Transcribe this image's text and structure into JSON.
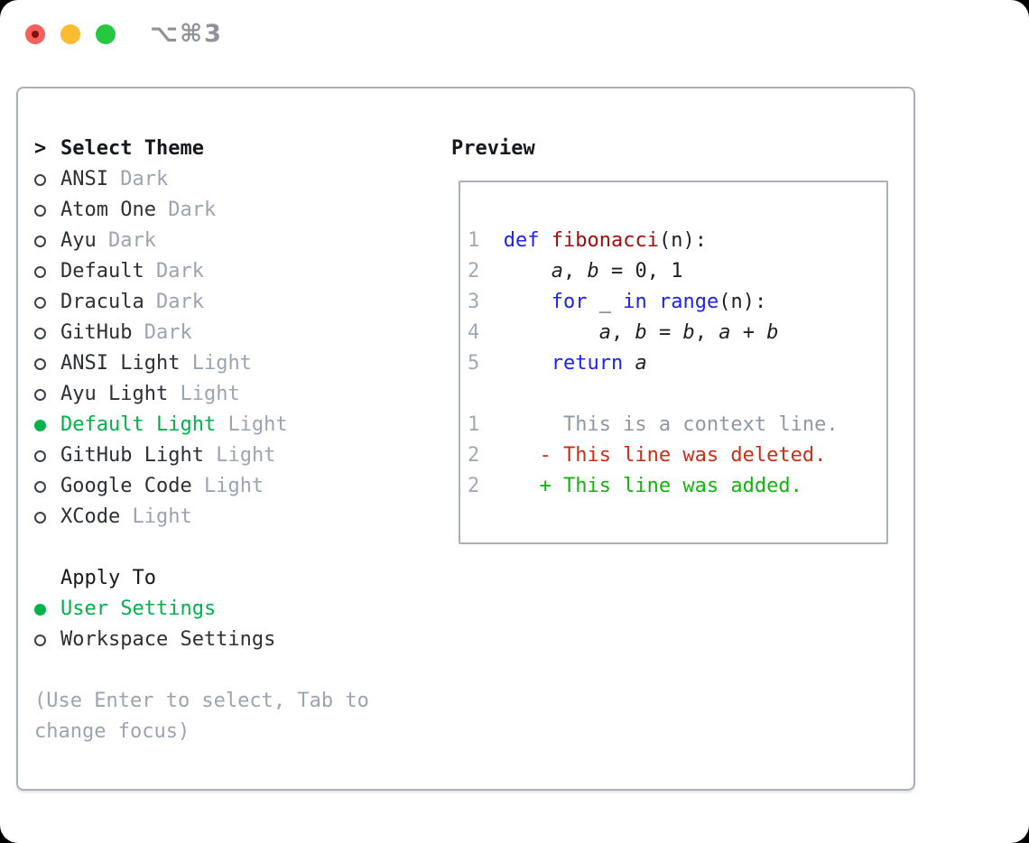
{
  "titlebar": {
    "shortcut_label": "⌥⌘3"
  },
  "theme_picker": {
    "header_prefix": ">",
    "header": "Select Theme",
    "items": [
      {
        "name": "ANSI",
        "variant": "Dark",
        "selected": false
      },
      {
        "name": "Atom One",
        "variant": "Dark",
        "selected": false
      },
      {
        "name": "Ayu",
        "variant": "Dark",
        "selected": false
      },
      {
        "name": "Default",
        "variant": "Dark",
        "selected": false
      },
      {
        "name": "Dracula",
        "variant": "Dark",
        "selected": false
      },
      {
        "name": "GitHub",
        "variant": "Dark",
        "selected": false
      },
      {
        "name": "ANSI Light",
        "variant": "Light",
        "selected": false
      },
      {
        "name": "Ayu Light",
        "variant": "Light",
        "selected": false
      },
      {
        "name": "Default Light",
        "variant": "Light",
        "selected": true
      },
      {
        "name": "GitHub Light",
        "variant": "Light",
        "selected": false
      },
      {
        "name": "Google Code",
        "variant": "Light",
        "selected": false
      },
      {
        "name": "XCode",
        "variant": "Light",
        "selected": false
      }
    ],
    "apply_to": {
      "header": "Apply To",
      "options": [
        {
          "name": "User Settings",
          "selected": true
        },
        {
          "name": "Workspace Settings",
          "selected": false
        }
      ]
    },
    "help": "(Use Enter to select, Tab to change focus)"
  },
  "preview": {
    "header": "Preview",
    "code_lines": [
      {
        "num": "1",
        "tokens": [
          [
            "kw",
            "def"
          ],
          [
            "pl",
            " "
          ],
          [
            "fn",
            "fibonacci"
          ],
          [
            "pl",
            "(n):"
          ]
        ]
      },
      {
        "num": "2",
        "tokens": [
          [
            "pl",
            "    "
          ],
          [
            "var",
            "a"
          ],
          [
            "pl",
            ", "
          ],
          [
            "var",
            "b"
          ],
          [
            "pl",
            " = 0, 1"
          ]
        ]
      },
      {
        "num": "3",
        "tokens": [
          [
            "pl",
            "    "
          ],
          [
            "kw",
            "for"
          ],
          [
            "pl",
            " _ "
          ],
          [
            "kw",
            "in"
          ],
          [
            "pl",
            " "
          ],
          [
            "kw",
            "range"
          ],
          [
            "pl",
            "(n):"
          ]
        ]
      },
      {
        "num": "4",
        "tokens": [
          [
            "pl",
            "        "
          ],
          [
            "var",
            "a"
          ],
          [
            "pl",
            ", "
          ],
          [
            "var",
            "b"
          ],
          [
            "pl",
            " = "
          ],
          [
            "var",
            "b"
          ],
          [
            "pl",
            ", "
          ],
          [
            "var",
            "a"
          ],
          [
            "pl",
            " + "
          ],
          [
            "var",
            "b"
          ]
        ]
      },
      {
        "num": "5",
        "tokens": [
          [
            "pl",
            "    "
          ],
          [
            "kw",
            "return"
          ],
          [
            "pl",
            " "
          ],
          [
            "var",
            "a"
          ]
        ]
      }
    ],
    "diff_lines": [
      {
        "num": "1",
        "kind": "ctx",
        "text": "     This is a context line."
      },
      {
        "num": "2",
        "kind": "del",
        "text": "   - This line was deleted."
      },
      {
        "num": "2",
        "kind": "add",
        "text": "   + This line was added."
      }
    ]
  },
  "colors": {
    "accent_green": "#00b24a",
    "keyword_blue": "#1c22f2",
    "function_red": "#a20d0d",
    "diff_deleted": "#cb2e17",
    "diff_added": "#12b50d",
    "muted_gray": "#9aa4b2",
    "border_gray": "#a9b0bb",
    "traffic_red": "#f5605a",
    "traffic_yellow": "#fdbc30",
    "traffic_green": "#27c83f"
  }
}
